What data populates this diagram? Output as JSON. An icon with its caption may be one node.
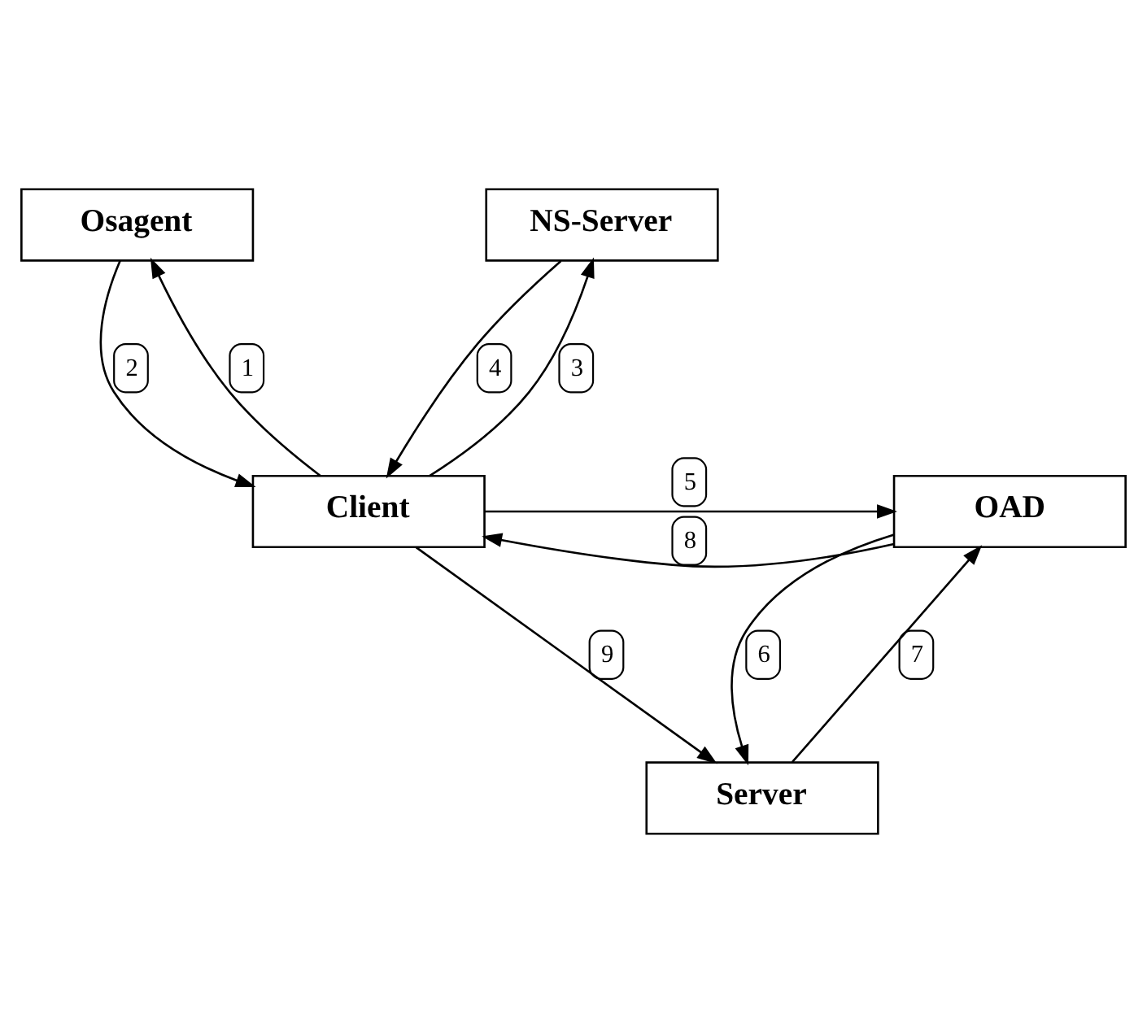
{
  "diagram": {
    "nodes": [
      {
        "text": [
          "Osagent"
        ]
      },
      {
        "text": [
          "NS-Server"
        ]
      },
      {
        "text": [
          "Client"
        ]
      },
      {
        "text": [
          "OAD"
        ]
      },
      {
        "text": [
          "Server"
        ]
      }
    ],
    "edges": [
      {
        "from": 2,
        "to": 0,
        "arrow": "to",
        "label": "1"
      },
      {
        "from": 0,
        "to": 2,
        "arrow": "to",
        "label": "2"
      },
      {
        "from": 2,
        "to": 1,
        "arrow": "to",
        "label": "3"
      },
      {
        "from": 1,
        "to": 2,
        "arrow": "to",
        "label": "4"
      },
      {
        "from": 2,
        "to": 3,
        "arrow": "to",
        "label": "5"
      },
      {
        "from": 3,
        "to": 4,
        "arrow": "to",
        "label": "6"
      },
      {
        "from": 4,
        "to": 3,
        "arrow": "to",
        "label": "7"
      },
      {
        "from": 3,
        "to": 2,
        "arrow": "to",
        "label": "8"
      },
      {
        "from": 2,
        "to": 4,
        "arrow": "to",
        "label": "9"
      }
    ]
  }
}
